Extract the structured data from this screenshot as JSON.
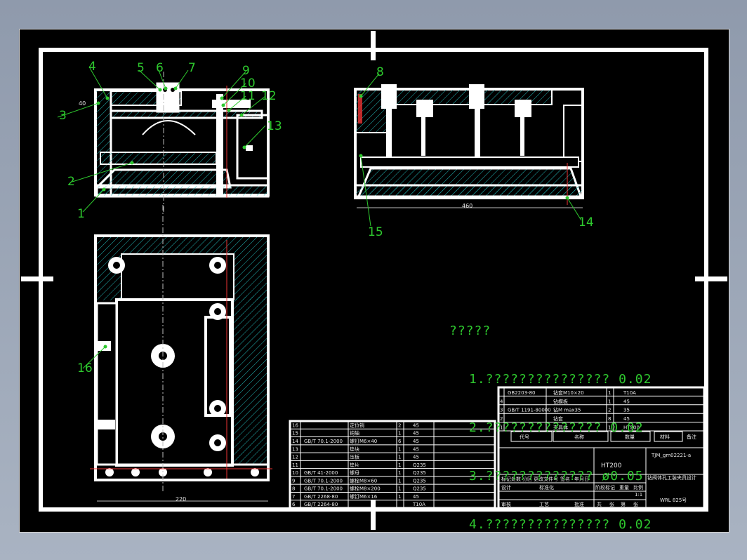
{
  "callouts": [
    "1",
    "2",
    "3",
    "4",
    "5",
    "6",
    "7",
    "8",
    "9",
    "10",
    "11",
    "12",
    "13",
    "14",
    "15",
    "16"
  ],
  "dimensions": {
    "left_width": "40",
    "front_length": "460",
    "plan_width": "220"
  },
  "notes": {
    "heading": "?????",
    "items": [
      "1.??????????????? 0.02",
      "2.?????????????? 0.02",
      "3.????????????? ø0.05",
      "4.??????????????? 0.02"
    ]
  },
  "bom_left": {
    "rows": [
      {
        "no": "16",
        "code": "",
        "name": "定位销",
        "qty": "2",
        "mat": "45"
      },
      {
        "no": "15",
        "code": "",
        "name": "销轴",
        "qty": "1",
        "mat": "45"
      },
      {
        "no": "14",
        "code": "GB/T 70.1-2000",
        "name": "螺钉M6×40",
        "qty": "6",
        "mat": "45"
      },
      {
        "no": "13",
        "code": "",
        "name": "垫块",
        "qty": "1",
        "mat": "45"
      },
      {
        "no": "12",
        "code": "",
        "name": "压板",
        "qty": "1",
        "mat": "45"
      },
      {
        "no": "11",
        "code": "",
        "name": "垫片",
        "qty": "1",
        "mat": "Q235"
      },
      {
        "no": "10",
        "code": "GB/T 41-2000",
        "name": "螺母",
        "qty": "1",
        "mat": "Q235"
      },
      {
        "no": "9",
        "code": "GB/T 70.1-2000",
        "name": "螺栓M8×60",
        "qty": "1",
        "mat": "Q235"
      },
      {
        "no": "8",
        "code": "GB/T 70.1-2000",
        "name": "螺栓M8×200",
        "qty": "1",
        "mat": "Q235"
      },
      {
        "no": "7",
        "code": "GB/T 2268-80",
        "name": "螺钉M6×16",
        "qty": "1",
        "mat": "45"
      },
      {
        "no": "6",
        "code": "GB/T 2264-80",
        "name": "",
        "qty": "",
        "mat": "T10A"
      }
    ]
  },
  "bom_right": {
    "rows": [
      {
        "no": "",
        "code": "GB2203-80",
        "name": "钻套M10×20",
        "qty": "1",
        "mat": "T10A"
      },
      {
        "no": "4",
        "code": "",
        "name": "钻模板",
        "qty": "1",
        "mat": "45"
      },
      {
        "no": "3",
        "code": "GB/T 1191-80000",
        "name": "钻M max35",
        "qty": "2",
        "mat": "35"
      },
      {
        "no": "2",
        "code": "",
        "name": "钻套",
        "qty": "8",
        "mat": "45"
      },
      {
        "no": "1",
        "code": "",
        "name": "夹具体",
        "qty": "1",
        "mat": "HT200"
      }
    ],
    "header": [
      "代号",
      "名称",
      "数量",
      "材料",
      "备注"
    ]
  },
  "title_block": {
    "material": "HT200",
    "drawing_no": "TJM_gm02221-a",
    "title": "钻阀体孔工装夹具设计",
    "scale": "1:1",
    "school": "WRL 825号",
    "labels": [
      "标记",
      "处数",
      "分区",
      "更改文件号",
      "签名",
      "年月日"
    ],
    "labels2": [
      "设计",
      "标准化",
      "阶段标记",
      "重量",
      "比例"
    ],
    "labels3": [
      "审核",
      "工艺",
      "批准",
      "共",
      "张",
      "第",
      "张"
    ]
  }
}
